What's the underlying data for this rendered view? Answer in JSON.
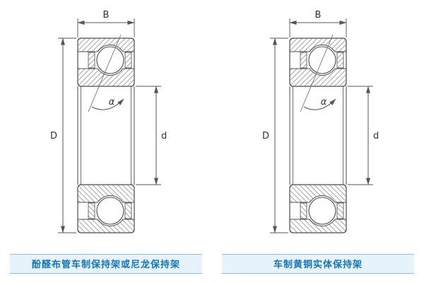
{
  "figures": [
    {
      "caption": "酚醛布管车制保持架或尼龙保持架",
      "labels": {
        "width": "B",
        "outer_diameter": "D",
        "bore_diameter": "d",
        "contact_angle": "α"
      }
    },
    {
      "caption": "车制黄铜实体保持架",
      "labels": {
        "width": "B",
        "outer_diameter": "D",
        "bore_diameter": "d",
        "contact_angle": "α"
      }
    }
  ],
  "colors": {
    "drawing_line": "#4d4d4d",
    "dimension_line": "#555555",
    "caption_text": "#1576ba",
    "caption_background": "#e7f3fb",
    "caption_border": "#88bfe3"
  }
}
